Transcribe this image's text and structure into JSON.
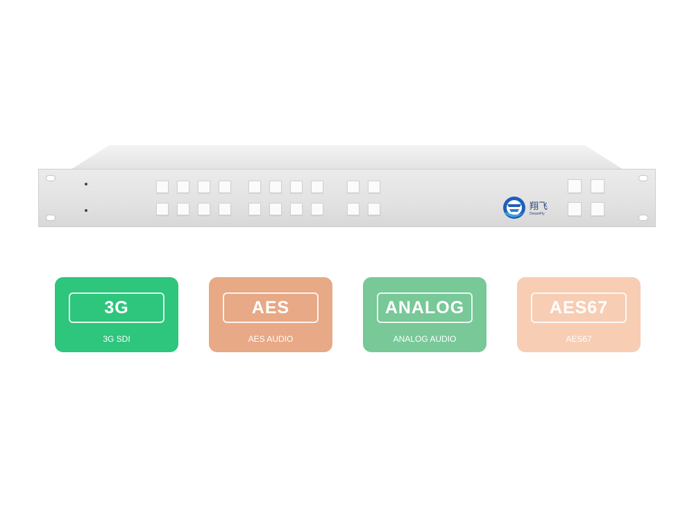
{
  "brand": {
    "name_cn": "翔飞",
    "name_en": "DreamFly"
  },
  "tiles": [
    {
      "code": "3G",
      "label": "3G SDI",
      "color": "#2ec57d"
    },
    {
      "code": "AES",
      "label": "AES AUDIO",
      "color": "#e7a986"
    },
    {
      "code": "ANALOG",
      "label": "ANALOG AUDIO",
      "color": "#78c898"
    },
    {
      "code": "AES67",
      "label": "AES67",
      "color": "#f7cdb4"
    }
  ],
  "device": {
    "face_color": "#e4e4e4",
    "button_color": "#fbfbfb"
  }
}
